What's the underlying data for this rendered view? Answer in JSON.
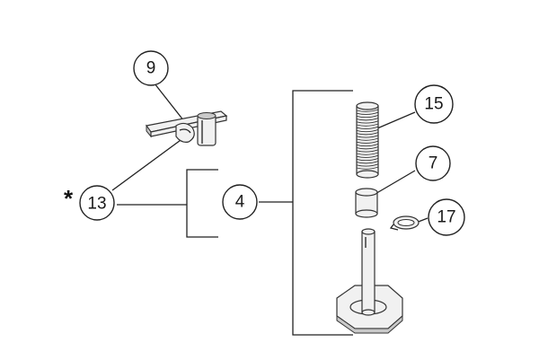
{
  "callouts": {
    "c9": {
      "label": "9"
    },
    "c13": {
      "label": "13",
      "marker": "*"
    },
    "c4": {
      "label": "4"
    },
    "c15": {
      "label": "15"
    },
    "c7": {
      "label": "7"
    },
    "c17": {
      "label": "17"
    }
  }
}
